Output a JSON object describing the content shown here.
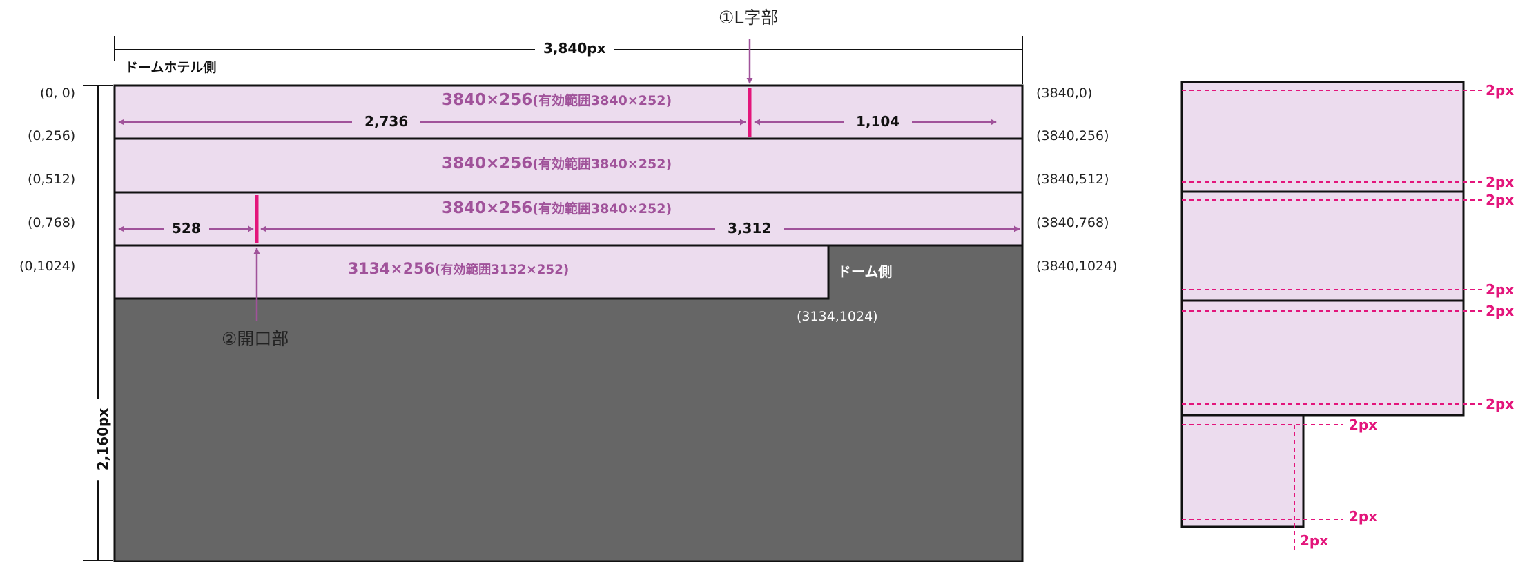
{
  "dimensions": {
    "total_width": "3,840px",
    "total_height": "2,160px",
    "row1_left": "2,736",
    "row1_right": "1,104",
    "row3_left": "528",
    "row3_right": "3,312"
  },
  "side_labels": {
    "top": "ドームホテル側",
    "dome": "ドーム側"
  },
  "callouts": {
    "l_section": "①L字部",
    "opening": "②開口部"
  },
  "coordinates": {
    "left": [
      "(0, 0)",
      "(0,256)",
      "(0,512)",
      "(0,768)",
      "(0,1024)"
    ],
    "right": [
      "(3840,0)",
      "(3840,256)",
      "(3840,512)",
      "(3840,768)",
      "(3840,1024)"
    ],
    "inner": "(3134,1024)"
  },
  "rows": [
    {
      "size": "3840×256",
      "effective": "(有効範囲3840×252)"
    },
    {
      "size": "3840×256",
      "effective": "(有効範囲3840×252)"
    },
    {
      "size": "3840×256",
      "effective": "(有効範囲3840×252)"
    },
    {
      "size": "3134×256",
      "effective": "(有効範囲3132×252)"
    }
  ],
  "margin_labels": [
    "2px",
    "2px",
    "2px",
    "2px",
    "2px",
    "2px",
    "2px",
    "2px",
    "2px"
  ],
  "colors": {
    "panel_fill": "#ecdcee",
    "dome_fill": "#666666",
    "arrow": "#a0529a",
    "marker": "#e3157b",
    "outline": "#111111"
  }
}
